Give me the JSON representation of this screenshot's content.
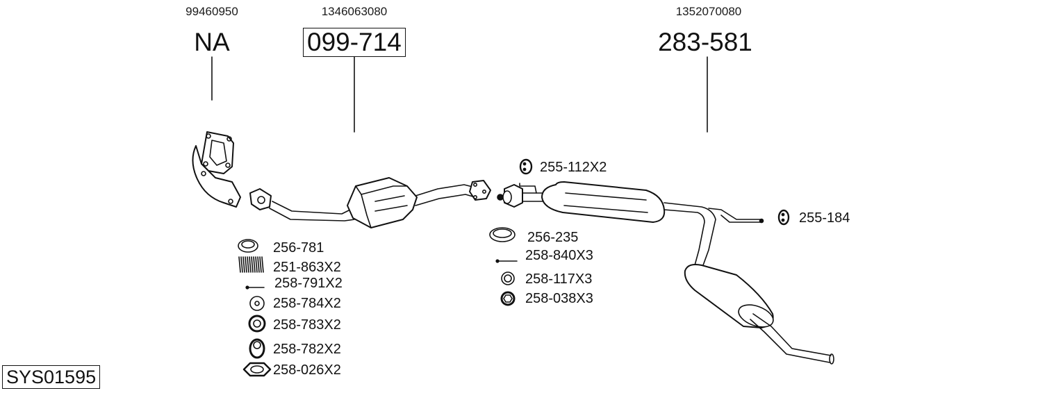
{
  "system_code": "SYS01595",
  "main_parts": [
    {
      "oem": "99460950",
      "part": "NA",
      "boxed": false
    },
    {
      "oem": "1346063080",
      "part": "099-714",
      "boxed": true
    },
    {
      "oem": "1352070080",
      "part": "283-581",
      "boxed": false
    }
  ],
  "accessories_left": [
    {
      "code": "256-781",
      "icon": "flange-gasket-icon"
    },
    {
      "code": "251-863X2",
      "icon": "spring-icon"
    },
    {
      "code": "258-791X2",
      "icon": "bolt-icon"
    },
    {
      "code": "258-784X2",
      "icon": "washer-icon"
    },
    {
      "code": "258-783X2",
      "icon": "spring-washer-icon"
    },
    {
      "code": "258-782X2",
      "icon": "spring-cup-icon"
    },
    {
      "code": "258-026X2",
      "icon": "hex-nut-icon"
    }
  ],
  "accessories_middle": [
    {
      "code": "255-112X2",
      "icon": "rubber-mount-icon"
    },
    {
      "code": "256-235",
      "icon": "ring-gasket-icon"
    },
    {
      "code": "258-840X3",
      "icon": "bolt-icon"
    },
    {
      "code": "258-117X3",
      "icon": "washer-icon"
    },
    {
      "code": "258-038X3",
      "icon": "flange-nut-icon"
    }
  ],
  "accessories_right": [
    {
      "code": "255-184",
      "icon": "rubber-mount-icon"
    }
  ],
  "colors": {
    "line": "#111111",
    "background": "#ffffff"
  }
}
